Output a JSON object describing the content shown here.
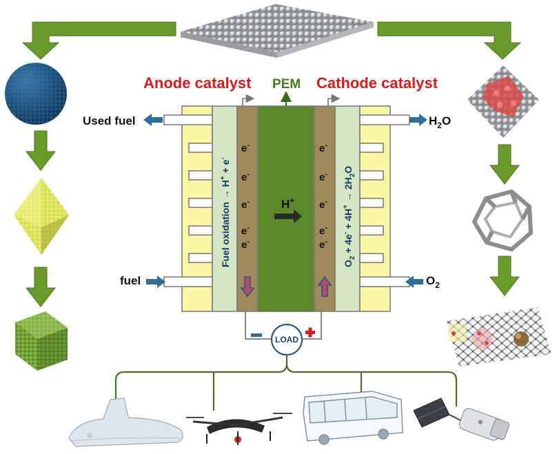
{
  "labels": {
    "anode_catalyst": "Anode catalyst",
    "pem": "PEM",
    "cathode_catalyst": "Cathode catalyst",
    "used_fuel": "Used fuel",
    "fuel": "fuel",
    "water_main": "H",
    "water_sub": "2",
    "water_tail": "O",
    "oxygen_main": "O",
    "oxygen_sub": "2",
    "proton": "H",
    "proton_sup": "+",
    "electron": "e",
    "electron_sup": "-",
    "load": "LOAD",
    "anode_reaction_a": "Fuel  oxidation → H",
    "anode_reaction_b": "+",
    "anode_reaction_c": " + e",
    "anode_reaction_d": "-",
    "cathode_reaction_a": "O",
    "cathode_reaction_b": "2",
    "cathode_reaction_c": " + 4e",
    "cathode_reaction_d": "-",
    "cathode_reaction_e": " + 4H",
    "cathode_reaction_f": "+",
    "cathode_reaction_g": " → 2H",
    "cathode_reaction_h": "2",
    "cathode_reaction_i": "O",
    "minus_sign": "−",
    "plus_sign": "+"
  },
  "colors": {
    "flow_arrow": "#5f8a22",
    "red_label": "#e01818",
    "pem_green": "#5a8a2a",
    "electrode_brown": "#a08a5c",
    "plate_yellow": "#fbf6a4",
    "layer_lightgreen": "#d6e6c4",
    "blue_arrow": "#2d6f9c"
  },
  "icons": {
    "nanoparticle_slab": "sphere-lattice-slab-icon",
    "sphere": "blue-nanosphere-icon",
    "octahedron": "yellow-octahedron-icon",
    "cube": "green-cube-icon",
    "decorated_octahedron": "pt-octahedron-icon",
    "nanoframe": "nanoframe-icon",
    "graphene": "graphene-sheet-icon",
    "submarine": "submarine-icon",
    "drone": "drone-icon",
    "bus": "bus-icon",
    "satellite": "satellite-icon"
  }
}
